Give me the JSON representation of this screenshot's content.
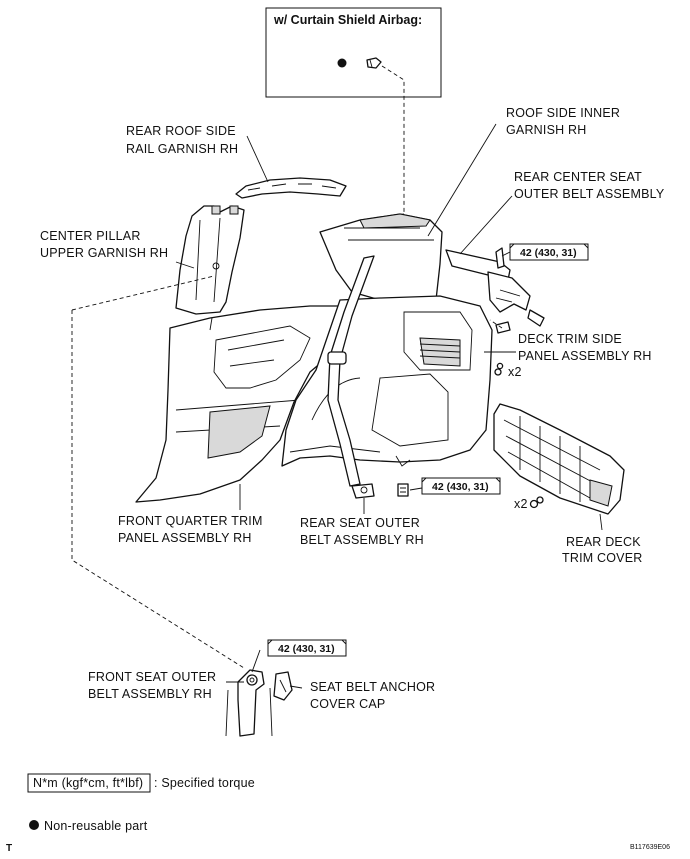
{
  "header": {
    "title": "w/ Curtain Shield Airbag:"
  },
  "labels": {
    "roof_side_inner_1": "ROOF SIDE INNER",
    "roof_side_inner_2": "GARNISH RH",
    "rear_roof_side_1": "REAR ROOF SIDE",
    "rear_roof_side_2": "RAIL GARNISH RH",
    "rear_center_seat_1": "REAR CENTER SEAT",
    "rear_center_seat_2": "OUTER BELT ASSEMBLY",
    "center_pillar_1": "CENTER PILLAR",
    "center_pillar_2": "UPPER GARNISH RH",
    "deck_trim_side_1": "DECK TRIM SIDE",
    "deck_trim_side_2": "PANEL ASSEMBLY RH",
    "front_quarter_1": "FRONT QUARTER TRIM",
    "front_quarter_2": "PANEL ASSEMBLY RH",
    "rear_seat_outer_1": "REAR SEAT OUTER",
    "rear_seat_outer_2": "BELT ASSEMBLY RH",
    "rear_deck_trim_1": "REAR DECK",
    "rear_deck_trim_2": "TRIM COVER",
    "front_seat_outer_1": "FRONT SEAT OUTER",
    "front_seat_outer_2": "BELT ASSEMBLY RH",
    "anchor_cap_1": "SEAT BELT ANCHOR",
    "anchor_cap_2": "COVER CAP",
    "x2_upper": "x2",
    "x2_lower": "x2"
  },
  "torques": {
    "rear_center_belt": "42 (430, 31)",
    "rear_seat_belt": "42 (430, 31)",
    "front_seat_belt": "42 (430, 31)"
  },
  "legend": {
    "torque_unit": "N*m (kgf*cm, ft*lbf)",
    "torque_desc": ": Specified torque",
    "nonreusable": "Non-reusable part"
  },
  "footer": {
    "corner_mark": "T",
    "figure_id": "B117639E06"
  }
}
